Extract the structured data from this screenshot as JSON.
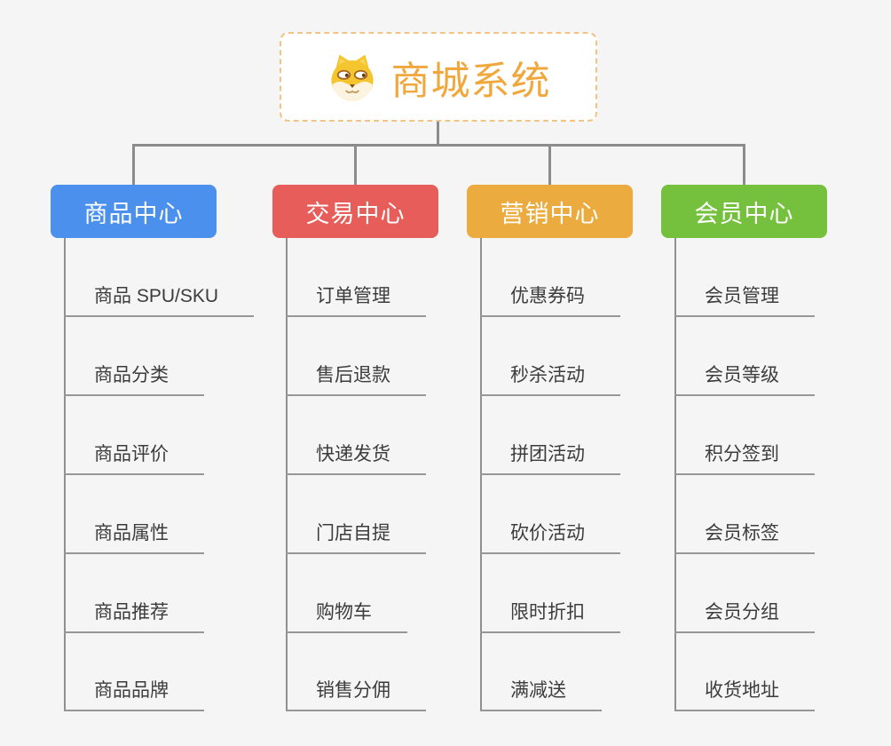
{
  "canvas": {
    "background": "#f5f5f5",
    "connector_color": "#8c8c8c"
  },
  "root": {
    "title": "商城系统",
    "title_color": "#f0a73c",
    "border_color": "#f2c384",
    "icon": "dog-face-icon"
  },
  "branches": [
    {
      "label": "商品中心",
      "color": "#4b90ec",
      "items": [
        "商品 SPU/SKU",
        "商品分类",
        "商品评价",
        "商品属性",
        "商品推荐",
        "商品品牌"
      ]
    },
    {
      "label": "交易中心",
      "color": "#e65d5a",
      "items": [
        "订单管理",
        "售后退款",
        "快递发货",
        "门店自提",
        "购物车",
        "销售分佣"
      ]
    },
    {
      "label": "营销中心",
      "color": "#ecab3f",
      "items": [
        "优惠券码",
        "秒杀活动",
        "拼团活动",
        "砍价活动",
        "限时折扣",
        "满减送"
      ]
    },
    {
      "label": "会员中心",
      "color": "#75c13e",
      "items": [
        "会员管理",
        "会员等级",
        "积分签到",
        "会员标签",
        "会员分组",
        "收货地址"
      ]
    }
  ]
}
